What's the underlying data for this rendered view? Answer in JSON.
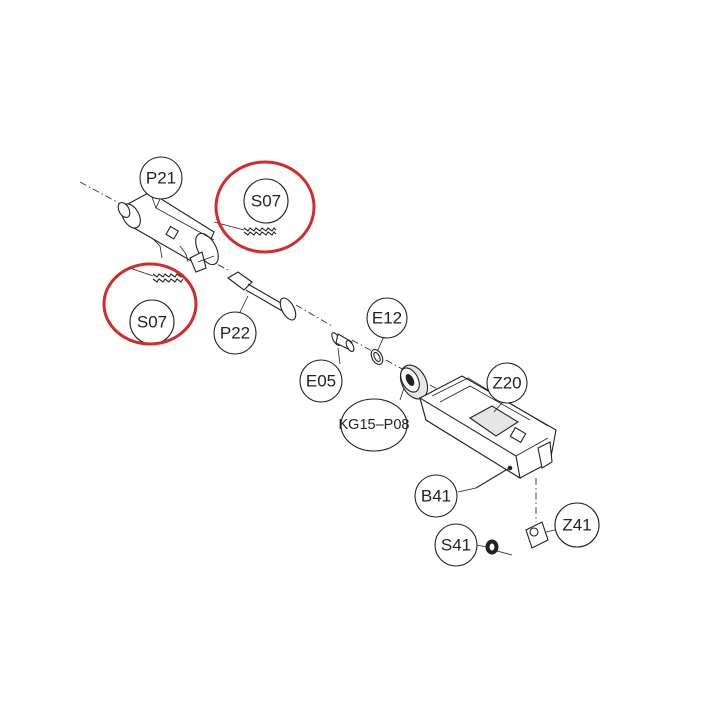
{
  "labels": {
    "p21": "P21",
    "s07_a": "S07",
    "s07_b": "S07",
    "p22": "P22",
    "e12": "E12",
    "e05": "E05",
    "kg15": "KG15–P08",
    "z20": "Z20",
    "b41": "B41",
    "s41": "S41",
    "z41": "Z41"
  },
  "highlight_color": "#d42a2a"
}
